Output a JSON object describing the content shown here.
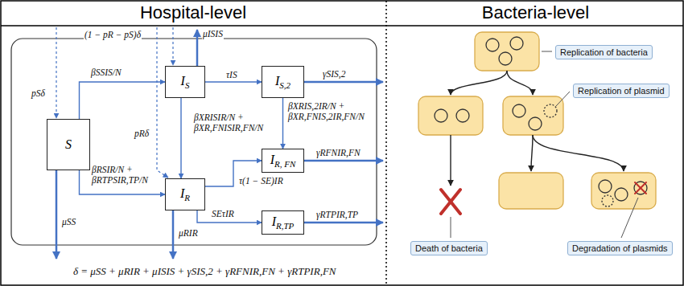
{
  "diagram": {
    "nodes": [
      {
        "text": [
          "Hospital-level"
        ]
      },
      {
        "text": [
          "S"
        ],
        "in": 0
      },
      {
        "text": [
          "IS"
        ],
        "in": 0
      },
      {
        "text": [
          "IS,2"
        ],
        "in": 0
      },
      {
        "text": [
          "IR"
        ],
        "in": 0
      },
      {
        "text": [
          "IR, FN"
        ],
        "in": 0
      },
      {
        "text": [
          "IR,TP"
        ],
        "in": 0
      },
      {
        "text": [
          "Bacteria-level"
        ]
      },
      {
        "text": [
          "Replication of bacteria"
        ],
        "in": 7
      },
      {
        "text": [
          "Replication of plasmid"
        ],
        "in": 7
      },
      {
        "text": [
          "Death of bacteria"
        ],
        "in": 7
      },
      {
        "text": [
          "Degradation of plasmids"
        ],
        "in": 7
      }
    ],
    "edges": [
      {
        "from": 1,
        "to": 2,
        "arrow": "to",
        "label": "βSSIS/N"
      },
      {
        "from": 1,
        "to": 4,
        "arrow": "to",
        "label": "βRSIR/N + βRTPSIR,TP/N"
      },
      {
        "from": 2,
        "to": 3,
        "arrow": "to",
        "label": "τIS"
      },
      {
        "from": 2,
        "to": 4,
        "arrow": "to",
        "label": "βXRISIR/N + βXR,FNISIR,FN/N"
      },
      {
        "from": 3,
        "to": 5,
        "arrow": "to",
        "label": "βXRIS,2IR/N + βXR,FNIS,2IR,FN/N"
      },
      {
        "from": 4,
        "to": 5,
        "arrow": "to",
        "label": "τ(1 − SE)IR"
      },
      {
        "from": 4,
        "to": 6,
        "arrow": "to",
        "label": "SEτIR"
      }
    ],
    "labels": [
      "pSδ",
      "(1 − pR − pS)δ",
      "pRδ",
      "μSS",
      "μISIS",
      "μRIR",
      "γSIS,2",
      "γRFNIR,FN",
      "γRTPIR,TP",
      "δ = μSS + μRIR + μISIS + γSIS,2 + γRFNIR,FN + γRTPIR,FN"
    ]
  }
}
